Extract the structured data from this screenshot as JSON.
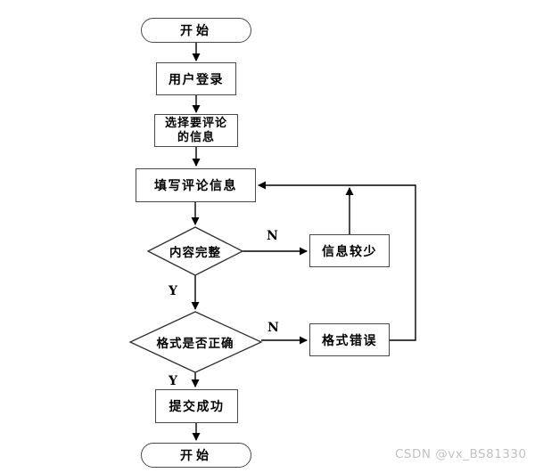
{
  "diagram": {
    "type": "flowchart",
    "nodes": {
      "start": {
        "label": "开始",
        "shape": "terminator"
      },
      "login": {
        "label": "用户登录",
        "shape": "process"
      },
      "select_info": {
        "label_line1": "选择要评论",
        "label_line2": "的信息",
        "shape": "process"
      },
      "fill_comment": {
        "label": "填写评论信息",
        "shape": "process"
      },
      "content_complete": {
        "label": "内容完整",
        "shape": "decision"
      },
      "info_too_little": {
        "label": "信息较少",
        "shape": "process"
      },
      "format_correct": {
        "label": "格式是否正确",
        "shape": "decision"
      },
      "format_error": {
        "label": "格式错误",
        "shape": "process"
      },
      "submit_success": {
        "label": "提交成功",
        "shape": "process"
      },
      "end": {
        "label": "开始",
        "shape": "terminator"
      }
    },
    "edge_labels": {
      "content_complete_no": "N",
      "content_complete_yes": "Y",
      "format_correct_no": "N",
      "format_correct_yes": "Y"
    }
  },
  "watermark": {
    "text": "CSDN @vx_BS81330",
    "color": "#c2c2c2"
  },
  "colors": {
    "background": "#ffffff",
    "line": "#000000",
    "shape_border": "#4a4a4a",
    "shape_fill": "#ffffff",
    "text": "#000000"
  }
}
